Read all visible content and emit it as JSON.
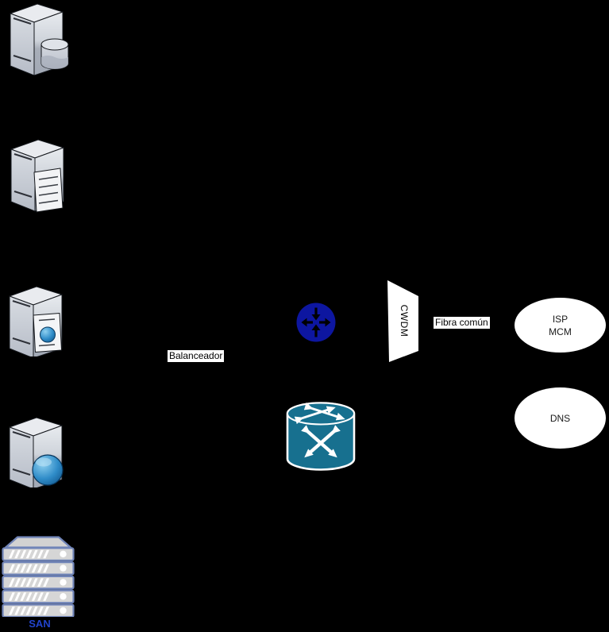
{
  "labels": {
    "balanceador": "Balanceador",
    "fibra_comun": "Fibra común",
    "cwdm": "CWDM",
    "san": "SAN"
  },
  "nodes": {
    "isp": {
      "line1": "ISP",
      "line2": "MCM"
    },
    "dns": {
      "label": "DNS"
    }
  },
  "icons": {
    "database_server": "tower-server-with-database-cylinder",
    "file_server": "tower-server-with-document",
    "application_server": "tower-server-with-app-card",
    "web_server": "tower-server-with-globe",
    "san_storage": "rack-storage-array",
    "router": "blue-circle-with-four-arrows",
    "multilayer_switch": "teal-cylinder-with-crossed-arrows",
    "cwdm_mux": "white-trapezoid-multiplexer"
  },
  "colors": {
    "background": "#000000",
    "router_blue": "#0d16a0",
    "switch_teal": "#17708f",
    "node_fill": "#ffffff",
    "node_text": "#1a1a1a",
    "label_bg": "#ffffff",
    "label_text": "#000000",
    "san_label_blue": "#2244cc",
    "rack_border": "#7084b8",
    "rack_fill": "#d6d6d6"
  }
}
